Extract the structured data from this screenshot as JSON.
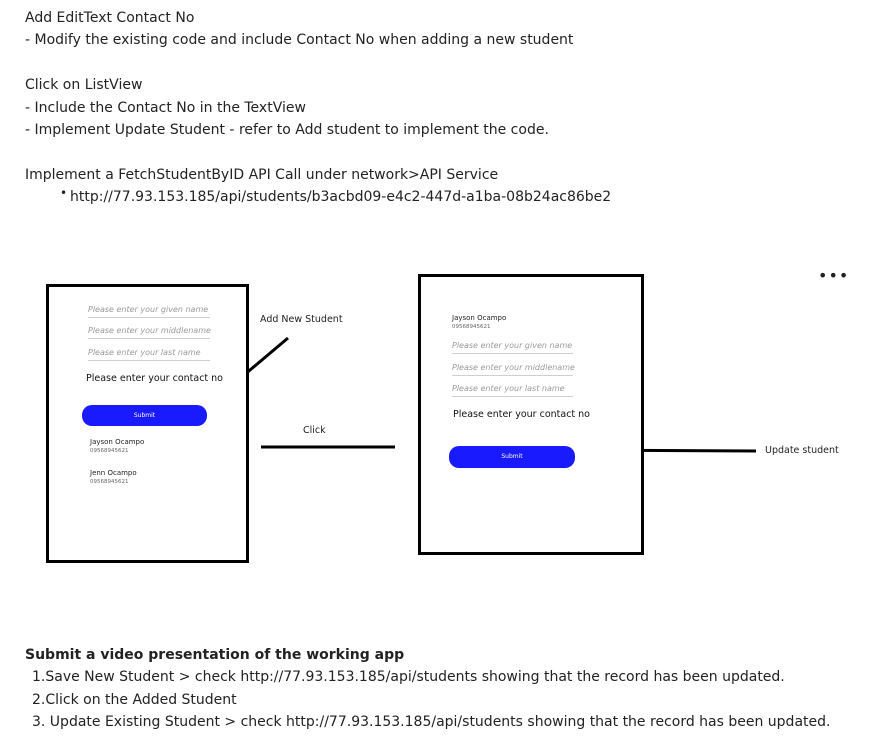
{
  "intro": {
    "line1": "Add EditText Contact No",
    "line2": "- Modify the existing code and include Contact No when adding a new student",
    "line3": "Click on ListView",
    "line4": "- Include the Contact No in the TextView",
    "line5": "- Implement Update Student - refer to Add student to implement the code.",
    "line6": "Implement a FetchStudentByID API Call under network>API Service",
    "bullet_dot": "•",
    "bullet_url": "http://77.93.153.185/api/students/b3acbd09-e4c2-447d-a1ba-08b24ac86be2"
  },
  "more_icon": "•••",
  "diagram": {
    "left_phone": {
      "given_placeholder": "Please enter your given name",
      "middle_placeholder": "Please enter your middlename",
      "last_placeholder": "Please enter your last name",
      "contact_label": "Please enter your contact no",
      "submit_label": "Submit",
      "students": [
        {
          "name": "Jayson  Ocampo",
          "number": "09568945621"
        },
        {
          "name": "Jenn  Ocampo",
          "number": "09568945621"
        }
      ]
    },
    "right_phone": {
      "student": {
        "name": "Jayson  Ocampo",
        "number": "09568945621"
      },
      "given_placeholder": "Please enter your given name",
      "middle_placeholder": "Please enter your middlename",
      "last_placeholder": "Please enter your last name",
      "contact_label": "Please enter your contact no",
      "submit_label": "Submit"
    },
    "labels": {
      "add_new_student": "Add New Student",
      "click": "Click",
      "update_student": "Update student"
    }
  },
  "submission": {
    "heading": "Submit a video presentation of the working app",
    "step1": "1.Save New Student > check http://77.93.153.185/api/students showing that the record has been updated.",
    "step2": "2.Click on the Added Student",
    "step3": "3. Update Existing Student > check http://77.93.153.185/api/students  showing that the record has been updated."
  }
}
